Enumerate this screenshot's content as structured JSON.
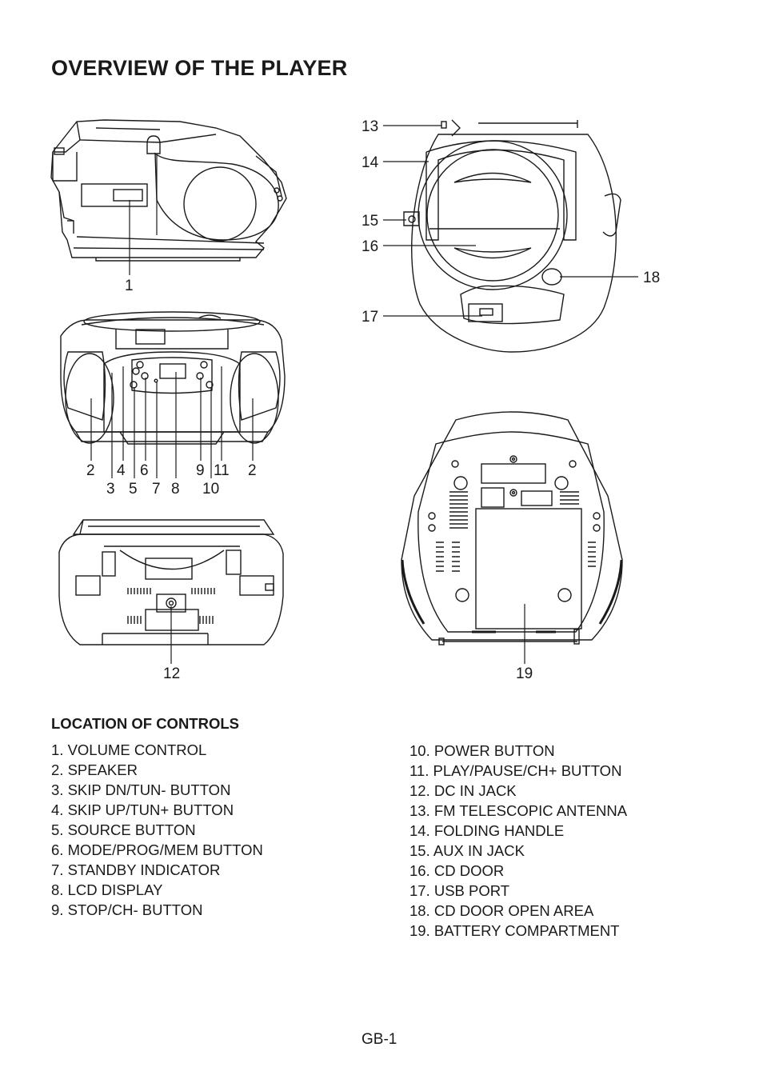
{
  "page": {
    "title": "OVERVIEW OF THE PLAYER",
    "page_number": "GB-1"
  },
  "figure": {
    "callouts": {
      "c1": "1",
      "c2a": "2",
      "c2b": "2",
      "c3": "3",
      "c4": "4",
      "c5": "5",
      "c6": "6",
      "c7": "7",
      "c8": "8",
      "c9": "9",
      "c10": "10",
      "c11": "11",
      "c12": "12",
      "c13": "13",
      "c14": "14",
      "c15": "15",
      "c16": "16",
      "c17": "17",
      "c18": "18",
      "c19": "19"
    }
  },
  "controls": {
    "heading": "LOCATION OF CONTROLS",
    "left": [
      "1. VOLUME CONTROL",
      "2. SPEAKER",
      "3. SKIP DN/TUN- BUTTON",
      "4. SKIP UP/TUN+ BUTTON",
      "5. SOURCE BUTTON",
      "6. MODE/PROG/MEM BUTTON",
      "7. STANDBY INDICATOR",
      "8. LCD DISPLAY",
      "9. STOP/CH- BUTTON"
    ],
    "right": [
      "10. POWER BUTTON",
      "11. PLAY/PAUSE/CH+ BUTTON",
      "12. DC IN JACK",
      "13. FM TELESCOPIC ANTENNA",
      "14. FOLDING HANDLE",
      "15. AUX IN JACK",
      "16. CD DOOR",
      "17. USB PORT",
      "18. CD DOOR OPEN AREA",
      "19. BATTERY COMPARTMENT"
    ]
  }
}
